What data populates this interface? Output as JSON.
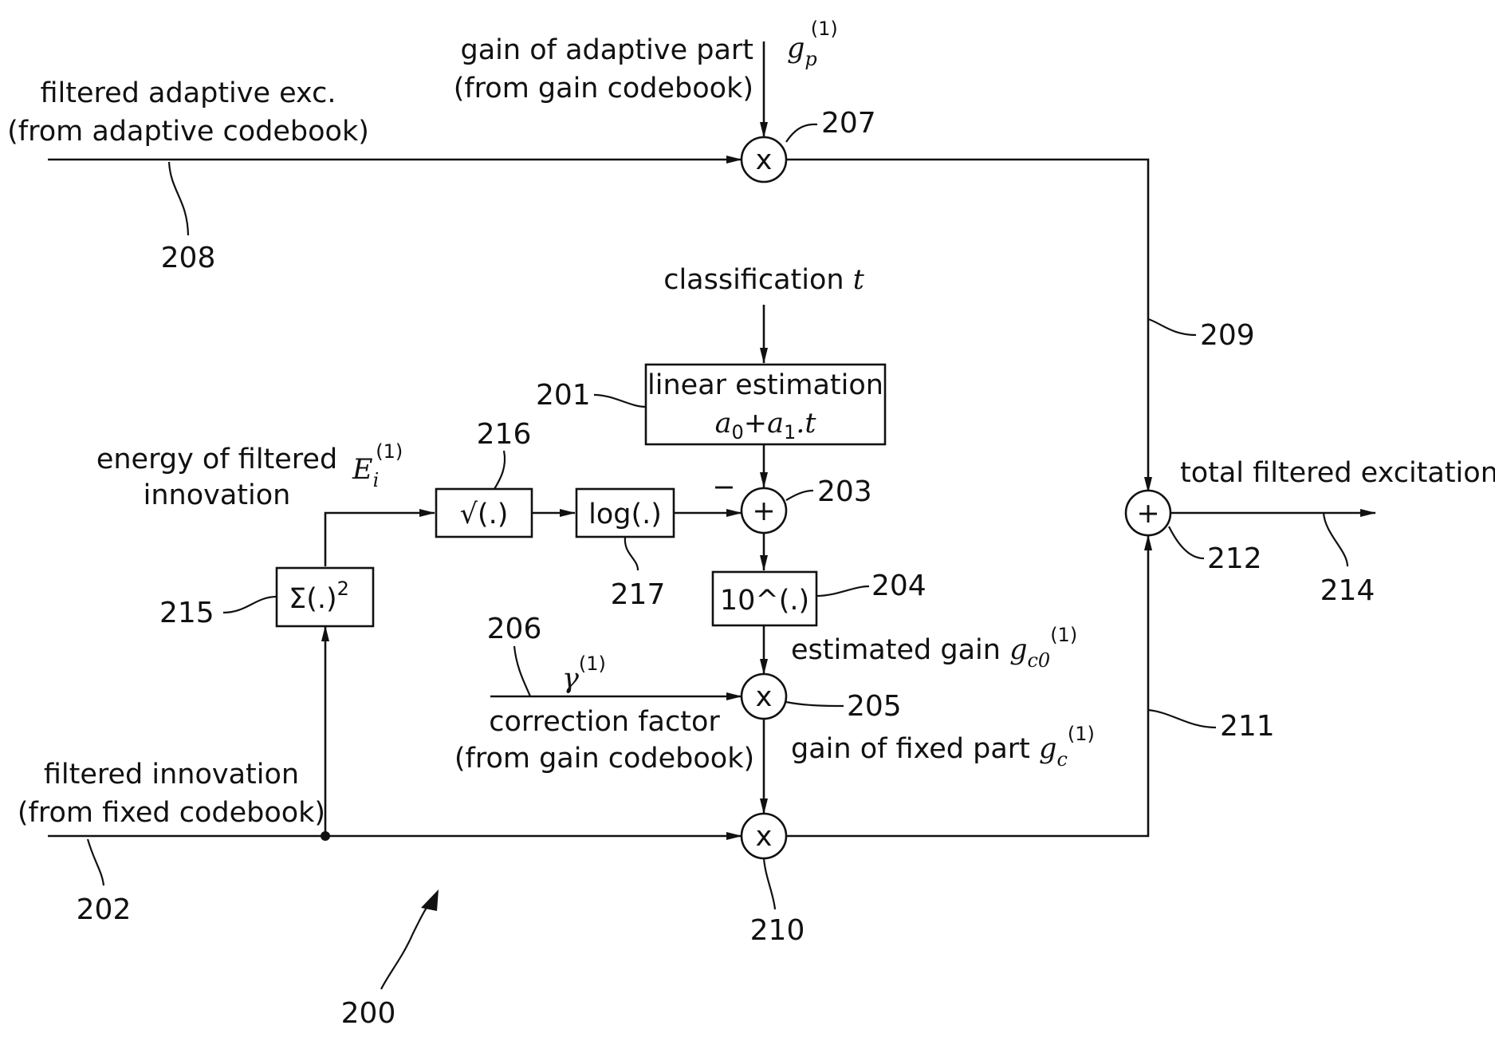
{
  "labels": {
    "gain_adaptive_line1": "gain of adaptive part",
    "gain_adaptive_line2": "(from gain codebook)",
    "gp_symbol": "g",
    "gp_sub": "p",
    "gp_sup": "(1)",
    "adaptive_exc_line1": "filtered adaptive exc.",
    "adaptive_exc_line2": "(from adaptive codebook)",
    "classification": "classification ",
    "classification_var": "t",
    "linear_est_line1": "linear estimation",
    "linear_est_a0": "a",
    "linear_est_a0_sub": "0",
    "linear_est_plus": "+",
    "linear_est_a1": "a",
    "linear_est_a1_sub": "1",
    "linear_est_t": ".t",
    "energy_line1": "energy of filtered",
    "energy_line2": "innovation",
    "ei_symbol": "E",
    "ei_sub": "i",
    "ei_sup": "(1)",
    "total_exc": "total filtered excitation",
    "estimated_gain": "estimated gain ",
    "gc0_symbol": "g",
    "gc0_sub": "c0",
    "gc0_sup": "(1)",
    "gamma_symbol": "γ",
    "gamma_sup": "(1)",
    "correction_line1": "correction factor",
    "correction_line2": "(from gain codebook)",
    "gain_fixed": "gain of fixed part ",
    "gc_symbol": "g",
    "gc_sub": "c",
    "gc_sup": "(1)",
    "innovation_line1": "filtered innovation",
    "innovation_line2": "(from fixed codebook)",
    "minus_sign": "−"
  },
  "blocks": {
    "sqrt": "√(.)",
    "log": "log(.)",
    "pow10": "10^(.)",
    "sum_sq": "Σ(.)",
    "sum_sq_sup": "2"
  },
  "operators": {
    "multiply": "x",
    "add": "+"
  },
  "refs": {
    "r200": "200",
    "r201": "201",
    "r202": "202",
    "r203": "203",
    "r204": "204",
    "r205": "205",
    "r206": "206",
    "r207": "207",
    "r208": "208",
    "r209": "209",
    "r210": "210",
    "r211": "211",
    "r212": "212",
    "r214": "214",
    "r215": "215",
    "r216": "216",
    "r217": "217"
  }
}
